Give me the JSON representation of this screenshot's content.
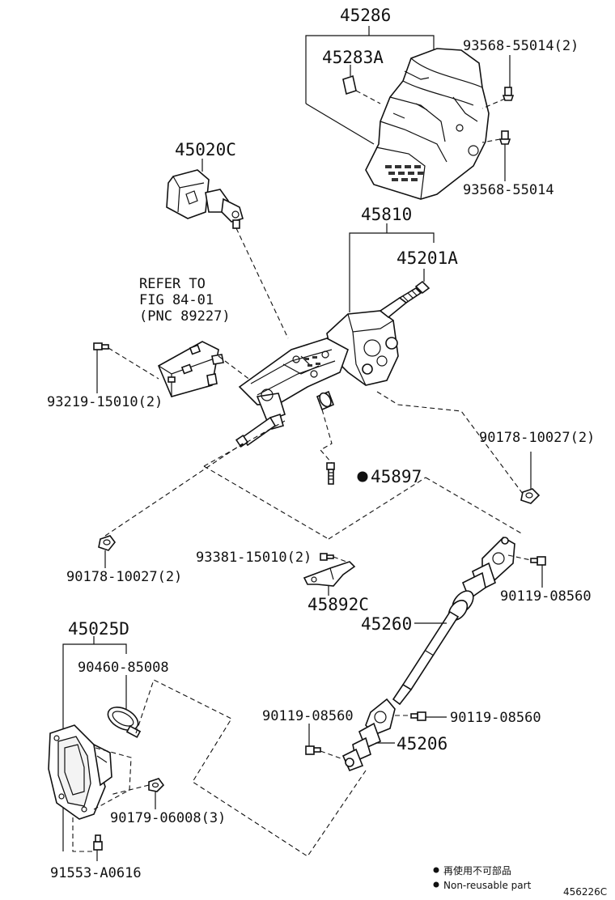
{
  "labels": {
    "p45286": "45286",
    "p45283A": "45283A",
    "p93568_55014_2": "93568-55014(2)",
    "p93568_55014": "93568-55014",
    "p45020C": "45020C",
    "p45810": "45810",
    "p45201A": "45201A",
    "refer_line1": "REFER TO",
    "refer_line2": "FIG 84-01",
    "refer_line3": "(PNC 89227)",
    "p93219_15010_2": "93219-15010(2)",
    "p90178_10027_2_right": "90178-10027(2)",
    "p45897": "45897",
    "p90178_10027_2_left": "90178-10027(2)",
    "p93381_15010_2": "93381-15010(2)",
    "p45892C": "45892C",
    "p90119_08560_a": "90119-08560",
    "p45260": "45260",
    "p45025D": "45025D",
    "p90460_85008": "90460-85008",
    "p90119_08560_b": "90119-08560",
    "p90119_08560_c": "90119-08560",
    "p45206": "45206",
    "p90179_06008_3": "90179-06008(3)",
    "p91553_A0616": "91553-A0616"
  },
  "legend": {
    "line1": "再使用不可部品",
    "line2": "Non-reusable part"
  },
  "figure_id": "456226C",
  "colors": {
    "ink": "#111111",
    "background": "#ffffff"
  }
}
